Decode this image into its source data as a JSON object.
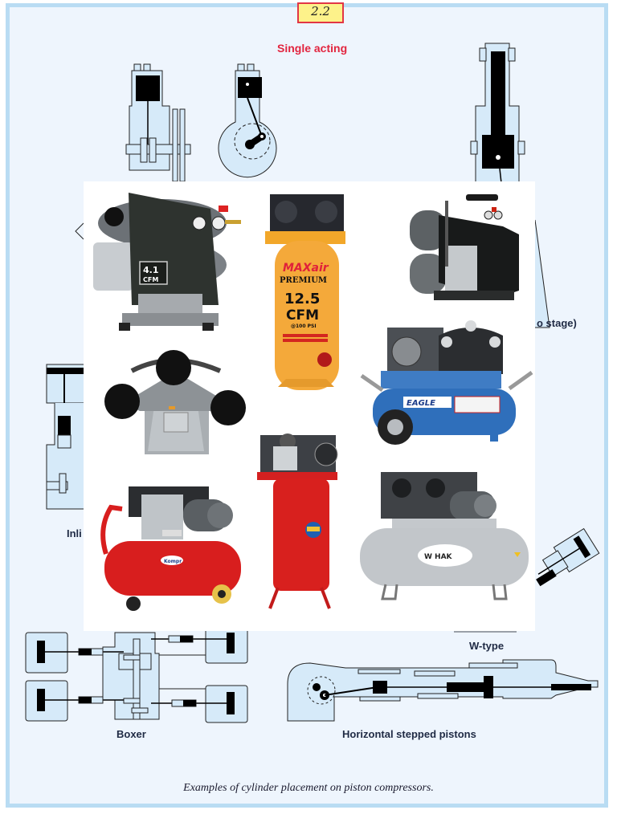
{
  "figure": {
    "number": "2.2",
    "caption": "Examples of cylinder placement on piston compressors.",
    "colors": {
      "frame_bg": "#eef5fd",
      "frame_border": "#b9dcf3",
      "badge_bg": "#fdf28a",
      "badge_border": "#e23645",
      "diagram_fill": "#d6eaf9",
      "label_red": "#e2253f",
      "label_dark": "#1f2a44"
    }
  },
  "diagrams": {
    "single_acting": {
      "label": "Single acting"
    },
    "two_stage": {
      "label": "o stage)"
    },
    "inline": {
      "label": "Inli"
    },
    "w_type": {
      "label": "W-type"
    },
    "boxer": {
      "label": "Boxer"
    },
    "horizontal_stepped": {
      "label": "Horizontal stepped pistons"
    }
  },
  "photos": [
    {
      "id": "compressor-1",
      "desc": "Black/grey twin-tank portable compressor",
      "badge": "4.1 CFM"
    },
    {
      "id": "compressor-2",
      "desc": "Orange vertical tank compressor",
      "brand": "MAXair",
      "line": "PREMIUM",
      "rating": "12.5",
      "unit": "CFM",
      "sub": "@100 PSI"
    },
    {
      "id": "compressor-3",
      "desc": "Black twin-stack compressor"
    },
    {
      "id": "compressor-4",
      "desc": "Three-cylinder compressor pump head"
    },
    {
      "id": "compressor-5",
      "desc": "Blue wheeled horizontal tank compressor",
      "brand": "EAGLE"
    },
    {
      "id": "compressor-6",
      "desc": "Red vertical tank compressor"
    },
    {
      "id": "compressor-7",
      "desc": "Red wheeled horizontal tank compressor"
    },
    {
      "id": "compressor-8",
      "desc": "Silver horizontal tank stationary compressor"
    }
  ]
}
